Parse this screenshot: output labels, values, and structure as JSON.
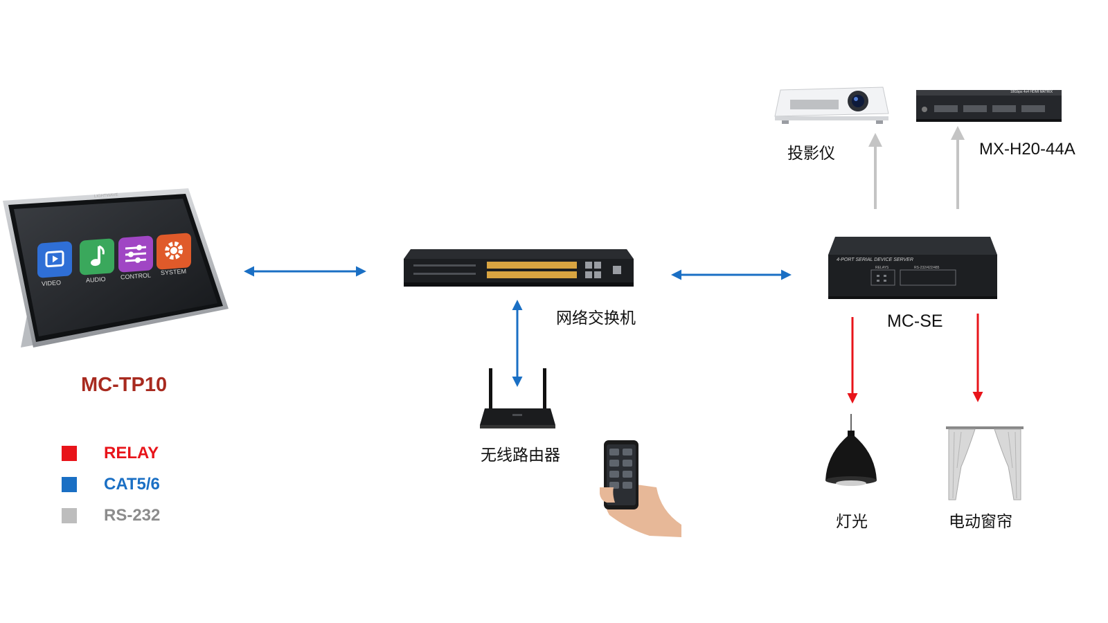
{
  "devices": {
    "tablet": {
      "label": "MC-TP10",
      "brand": "LIGHTWAVE",
      "apps": [
        {
          "label": "VIDEO",
          "color": "#2f6fd6"
        },
        {
          "label": "AUDIO",
          "color": "#3aa85c"
        },
        {
          "label": "CONTROL",
          "color": "#a046c4"
        },
        {
          "label": "SYSTEM",
          "color": "#e05a2a"
        }
      ]
    },
    "switch": {
      "label": "网络交换机"
    },
    "router": {
      "label": "无线路由器"
    },
    "server": {
      "label": "MC-SE",
      "panel_title": "4-PORT SERIAL DEVICE SERVER",
      "relays_label": "RELAYS",
      "serial_label": "RS-232/422/485"
    },
    "projector": {
      "label": "投影仪"
    },
    "matrix": {
      "label": "MX-H20-44A",
      "panel_title": "18Gbps 4x4 HDMI MATRIX"
    },
    "light": {
      "label": "灯光"
    },
    "curtain": {
      "label": "电动窗帘"
    }
  },
  "legend": [
    {
      "label": "RELAY",
      "color": "#e8141a"
    },
    {
      "label": "CAT5/6",
      "color": "#1a6fc4"
    },
    {
      "label": "RS-232",
      "color": "#bdbdbd"
    }
  ],
  "colors": {
    "relay": "#e8141a",
    "cat": "#1a6fc4",
    "serial": "#bdbdbd",
    "tablet_label": "#a82a1f"
  }
}
